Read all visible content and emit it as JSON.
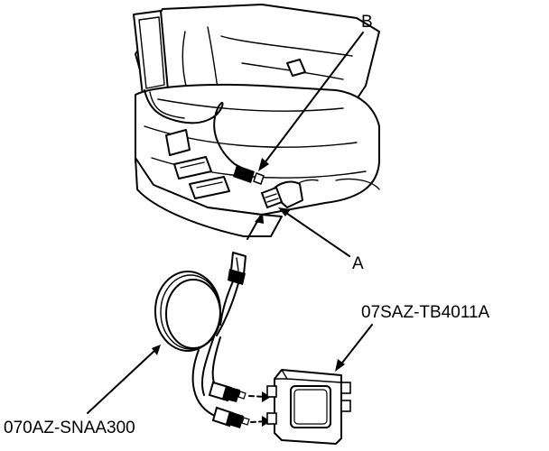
{
  "callouts": {
    "a": "A",
    "b": "B",
    "tool_box": "07SAZ-TB4011A",
    "tool_harness": "070AZ-SNAA300"
  },
  "colors": {
    "line": "#000000",
    "background": "#ffffff"
  }
}
